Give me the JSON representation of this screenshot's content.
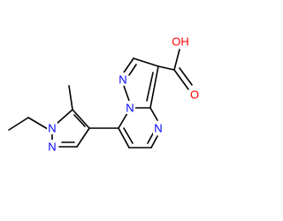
{
  "molecule": {
    "colors": {
      "bond": "#000000",
      "nitrogen": "#0000ff",
      "oxygen": "#ff0000"
    },
    "atoms": {
      "n_ethyl": {
        "label": "N",
        "element": "nitrogen"
      },
      "n_pyrazole_2": {
        "label": "N",
        "element": "nitrogen"
      },
      "n_bridgehead": {
        "label": "N",
        "element": "nitrogen"
      },
      "n_pyrazole_fused": {
        "label": "N",
        "element": "nitrogen"
      },
      "n_pyrimidine": {
        "label": "N",
        "element": "nitrogen"
      },
      "o_hydroxyl": {
        "label": "OH",
        "element": "oxygen"
      },
      "o_carbonyl": {
        "label": "O",
        "element": "oxygen"
      }
    }
  }
}
